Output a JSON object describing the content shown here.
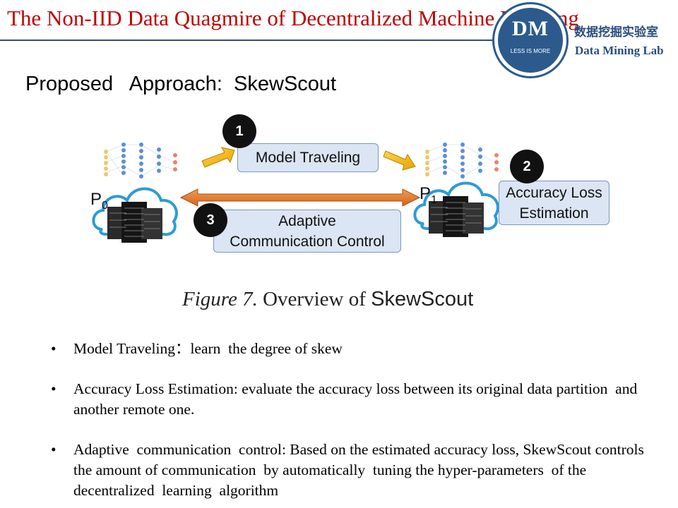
{
  "header": {
    "title": "The Non-IID Data Quagmire of Decentralized Machine Learning",
    "logo_letters": "DM",
    "logo_motto": "LESS IS MORE",
    "lab_name_cn": "数据挖掘实验室",
    "lab_name_en": "Data Mining Lab",
    "title_color": "#c00000",
    "accent_color": "#2b4f7e"
  },
  "section_heading": "Proposed   Approach:  SkewScout",
  "diagram": {
    "steps": [
      "1",
      "2",
      "3"
    ],
    "box_model_traveling": "Model Traveling",
    "box_accuracy_loss": [
      "Accuracy Loss",
      "Estimation"
    ],
    "box_adaptive": [
      "Adaptive",
      "Communication Control"
    ],
    "p0_label": "P",
    "p0_sub": "0",
    "p1_label": "P",
    "p1_sub": "1",
    "box_fill": "#dbe5f3",
    "arrow_yellow": "#f5b800",
    "arrow_orange": "#e07a2f"
  },
  "caption": {
    "figure": "Figure 7.",
    "text": " Overview of ",
    "name": "SkewScout"
  },
  "bullets": [
    "Model Traveling：learn  the degree of skew",
    "Accuracy Loss Estimation: evaluate the accuracy loss between its original data partition  and another remote one.",
    "Adaptive  communication  control: Based on the estimated accuracy loss, SkewScout controls the amount of communication  by automatically  tuning the hyper-parameters  of the decentralized  learning  algorithm"
  ],
  "bullet_glyph": "•"
}
